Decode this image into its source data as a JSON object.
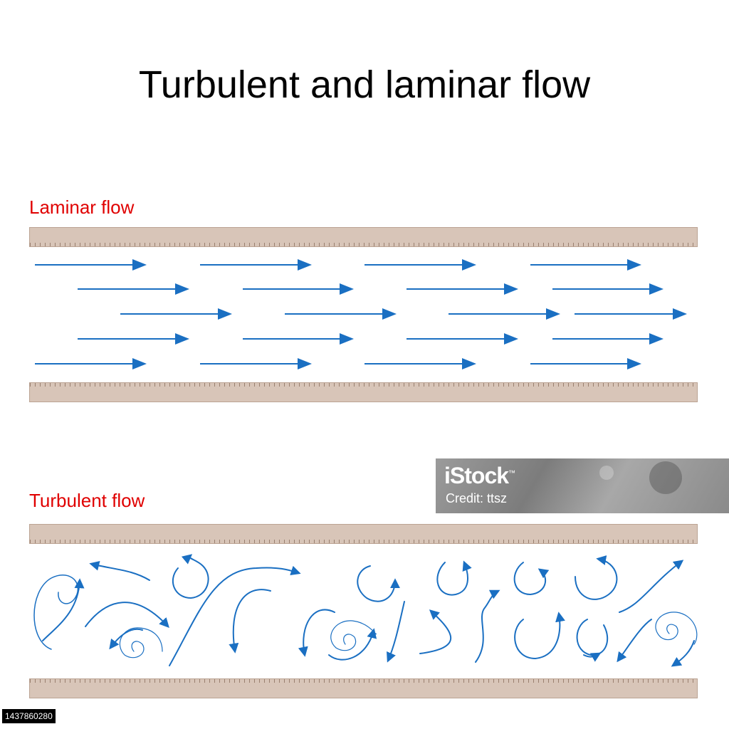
{
  "title": "Turbulent and laminar flow",
  "laminar": {
    "label": "Laminar flow"
  },
  "turbulent": {
    "label": "Turbulent flow"
  },
  "watermark": {
    "brand": "iStock",
    "mark": "™",
    "credit": "Credit: ttsz"
  },
  "image_id": "1437860280",
  "colors": {
    "arrow": "#1a6fc2",
    "wall": "#d8c5b8",
    "label": "#e00000",
    "title": "#000000"
  }
}
